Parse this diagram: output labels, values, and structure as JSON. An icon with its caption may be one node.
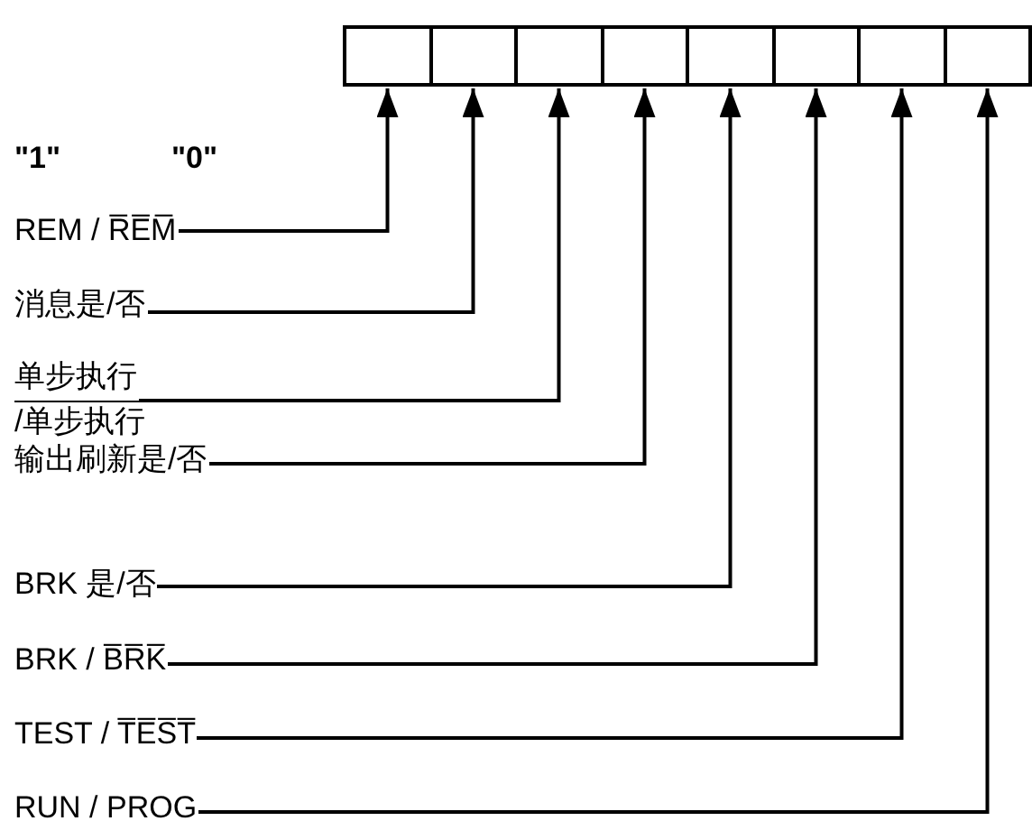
{
  "diagram": {
    "nodes": [
      {
        "text": [],
        "shape": "box"
      },
      {
        "text": [],
        "shape": "box"
      },
      {
        "text": [],
        "shape": "box"
      },
      {
        "text": [],
        "shape": "box"
      },
      {
        "text": [],
        "shape": "box"
      },
      {
        "text": [],
        "shape": "box"
      },
      {
        "text": [],
        "shape": "box"
      },
      {
        "text": [],
        "shape": "box"
      },
      {
        "text": [
          "REM / R̅E̅M̅"
        ]
      },
      {
        "text": [
          "消息是/否"
        ]
      },
      {
        "text": [
          "单步执行",
          "/单步执行"
        ]
      },
      {
        "text": [
          "输出刷新是/否"
        ]
      },
      {
        "text": [
          "BRK  是/否"
        ]
      },
      {
        "text": [
          "BRK / B̅R̅K̅"
        ]
      },
      {
        "text": [
          "TEST / T̅E̅S̅T̅"
        ]
      },
      {
        "text": [
          "RUN / PROG"
        ]
      }
    ],
    "edges": [
      {
        "from": 8,
        "to": 0,
        "arrow": "to"
      },
      {
        "from": 9,
        "to": 1,
        "arrow": "to"
      },
      {
        "from": 10,
        "to": 2,
        "arrow": "to"
      },
      {
        "from": 11,
        "to": 3,
        "arrow": "to"
      },
      {
        "from": 12,
        "to": 4,
        "arrow": "to"
      },
      {
        "from": 13,
        "to": 5,
        "arrow": "to"
      },
      {
        "from": 14,
        "to": 6,
        "arrow": "to"
      },
      {
        "from": 15,
        "to": 7,
        "arrow": "to"
      }
    ],
    "labels": [
      "\"1\"",
      "\"0\""
    ]
  }
}
